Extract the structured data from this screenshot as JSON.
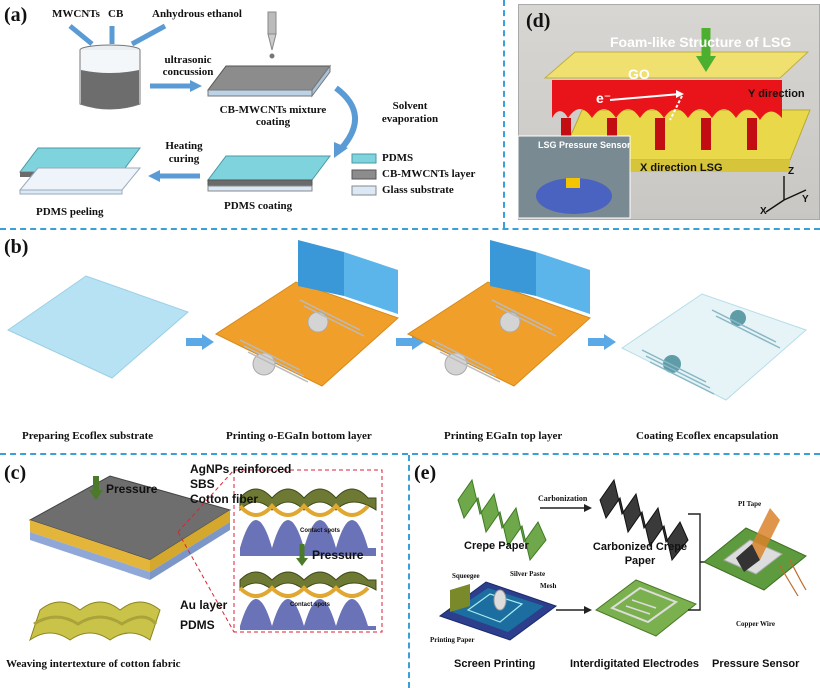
{
  "panels": {
    "a": {
      "letter": "(a)",
      "ingredients": [
        "MWCNTs",
        "CB",
        "Anhydrous ethanol"
      ],
      "step_ultrasonic": "ultrasonic concussion",
      "step_mixture": "CB-MWCNTs mixture coating",
      "step_solvent": "Solvent evaporation",
      "step_heating": "Heating curing",
      "step_pdms_coating": "PDMS coating",
      "step_peeling": "PDMS peeling",
      "legend": [
        "PDMS",
        "CB-MWCNTs layer",
        "Glass substrate"
      ],
      "legend_colors": [
        "#7fd3dc",
        "#8c8c8c",
        "#dbe9f7"
      ]
    },
    "d": {
      "letter": "(d)",
      "title": "Foam-like Structure of LSG",
      "go": "GO",
      "electron": "e⁻",
      "y_direction": "Y direction",
      "x_direction": "X direction LSG",
      "inset_label": "LSG Pressure Sensor",
      "axes": [
        "Z",
        "X",
        "Y"
      ]
    },
    "b": {
      "letter": "(b)",
      "steps": [
        "Preparing Ecoflex substrate",
        "Printing o-EGaIn bottom layer",
        "Printing EGaIn top layer",
        "Coating Ecoflex encapsulation"
      ]
    },
    "c": {
      "letter": "(c)",
      "pressure": "Pressure",
      "agnps": "AgNPs reinforced",
      "sbs": "SBS",
      "cotton": "Cotton fiber",
      "contact": "Contact spots",
      "au": "Au layer",
      "pdms": "PDMS",
      "weaving": "Weaving intertexture of cotton fabric"
    },
    "e": {
      "letter": "(e)",
      "crepe": "Crepe Paper",
      "carbonization": "Carbonization",
      "carbonized": "Carbonized Crepe Paper",
      "squeegee": "Squeegee",
      "silver": "Silver Paste",
      "mesh": "Mesh",
      "printing_paper": "Printing Paper",
      "screen": "Screen Printing",
      "electrodes": "Interdigitated Electrodes",
      "pi_tape": "PI Tape",
      "copper": "Copper Wire",
      "sensor": "Pressure Sensor"
    }
  }
}
